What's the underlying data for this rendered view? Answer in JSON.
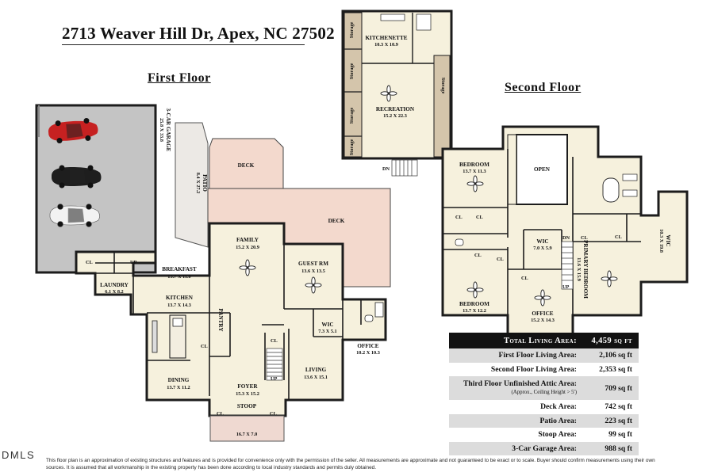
{
  "header": {
    "address": "2713 Weaver Hill Dr, Apex, NC 27502",
    "first_floor": "First Floor",
    "second_floor": "Second Floor"
  },
  "colors": {
    "floor": "#f6f1dd",
    "garage": "#c4c4c4",
    "deck": "#f3d9cd",
    "patio": "#ece9e5",
    "stoop": "#efd9d1",
    "storage": "#d4c5ab",
    "wall": "#1c1c1c"
  },
  "rooms": {
    "garage": {
      "name": "3-Car Garage",
      "dims": "25.8 X 33.8"
    },
    "patio": {
      "name": "Patio",
      "dims": "8.4 X 27.2"
    },
    "deck_upper": {
      "name": "Deck"
    },
    "deck_lower": {
      "name": "Deck"
    },
    "family": {
      "name": "Family",
      "dims": "15.2 X 20.9"
    },
    "breakfast": {
      "name": "Breakfast",
      "dims": "13.7 X 11.0"
    },
    "guest_rm": {
      "name": "Guest Rm",
      "dims": "13.6 X 13.5"
    },
    "laundry": {
      "name": "Laundry",
      "dims": "6.1 X 8.2"
    },
    "kitchen": {
      "name": "Kitchen",
      "dims": "13.7 X 14.3"
    },
    "pantry": {
      "name": "Pantry"
    },
    "wic_first": {
      "name": "WIC",
      "dims": "7.3 X 5.1"
    },
    "office_first": {
      "name": "Office",
      "dims": "10.2 X 10.3"
    },
    "living": {
      "name": "Living",
      "dims": "13.6 X 15.1"
    },
    "dining": {
      "name": "Dining",
      "dims": "13.7 X 11.2"
    },
    "foyer": {
      "name": "Foyer",
      "dims": "15.3 X 15.2"
    },
    "stoop": {
      "name": "Stoop",
      "dims": "16.7 X 7.0"
    },
    "kitchenette": {
      "name": "Kitchenette",
      "dims": "10.3 X 10.9"
    },
    "recreation": {
      "name": "Recreation",
      "dims": "15.2 X 22.3"
    },
    "storage": {
      "name": "Storage"
    },
    "bedroom_top": {
      "name": "Bedroom",
      "dims": "13.7 X 11.3"
    },
    "open": {
      "name": "Open"
    },
    "wic_primary": {
      "name": "WIC",
      "dims": "10.3 X 19.8"
    },
    "wic_second": {
      "name": "WIC",
      "dims": "7.0 X 5.9"
    },
    "primary_bedroom": {
      "name": "Primary Bedroom",
      "dims": "13.6 X 15.9"
    },
    "bedroom_bottom": {
      "name": "Bedroom",
      "dims": "13.7 X 12.2"
    },
    "office_second": {
      "name": "Office",
      "dims": "15.2 X 14.3"
    }
  },
  "codes": {
    "closet": "CL",
    "up": "UP",
    "dn": "DN"
  },
  "areas": {
    "header_label": "Total Living Area:",
    "header_value": "4,459 sq ft",
    "rows": [
      {
        "label": "First Floor Living Area:",
        "value": "2,106 sq ft"
      },
      {
        "label": "Second Floor Living Area:",
        "value": "2,353 sq ft"
      },
      {
        "label": "Third Floor Unfinished Attic Area:",
        "note": "(Approx., Ceiling Height > 5')",
        "value": "709 sq ft"
      },
      {
        "label": "Deck Area:",
        "value": "742 sq ft"
      },
      {
        "label": "Patio Area:",
        "value": "223 sq ft"
      },
      {
        "label": "Stoop Area:",
        "value": "99 sq ft"
      },
      {
        "label": "3-Car Garage Area:",
        "value": "988 sq ft"
      }
    ]
  },
  "footer": {
    "logo": "DMLS",
    "disclaimer": "This floor plan is an approximation of existing structures and features and is provided for convenience only with the permission of the seller.  All measurements are approximate and not guaranteed to be exact or to scale.  Buyer should confirm measurements using their own sources.  It is assumed that all workmanship in the existing property has been done according to local industry standards and permits duly obtained."
  }
}
